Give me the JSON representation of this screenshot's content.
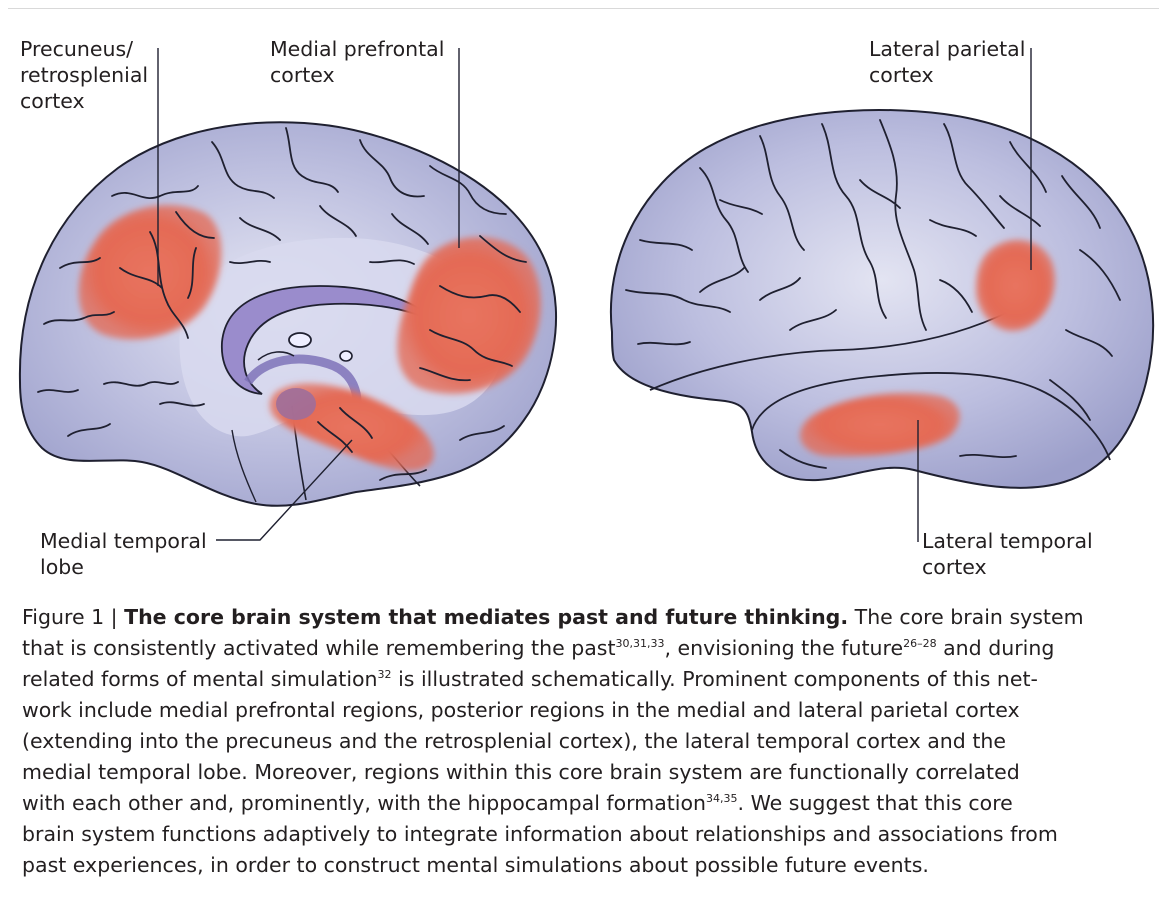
{
  "labels": {
    "precuneus": [
      "Precuneus/",
      "retrosplenial",
      "cortex"
    ],
    "medial_prefrontal": [
      "Medial prefrontal",
      "cortex"
    ],
    "medial_temporal": [
      "Medial temporal",
      "lobe"
    ],
    "lateral_parietal": [
      "Lateral parietal",
      "cortex"
    ],
    "lateral_temporal": [
      "Lateral temporal",
      "cortex"
    ]
  },
  "caption": {
    "figure_number": "Figure 1 |",
    "title": "The core brain system that mediates past and future thinking.",
    "lines": [
      {
        "parts": [
          "The core brain system"
        ]
      },
      {
        "parts": [
          "that is consistently activated while remembering the past",
          {
            "sup": "30,31,33"
          },
          ", envisioning the future",
          {
            "sup": "26–28"
          },
          " and during"
        ]
      },
      {
        "parts": [
          "related forms of mental simulation",
          {
            "sup": "32"
          },
          " is illustrated schematically. Prominent components of this net-"
        ]
      },
      {
        "parts": [
          "work include medial prefrontal regions, posterior regions in the medial and lateral parietal cortex"
        ]
      },
      {
        "parts": [
          "(extending into the precuneus and the retrosplenial cortex), the lateral temporal cortex and the"
        ]
      },
      {
        "parts": [
          "medial temporal lobe. Moreover, regions within this core brain system are functionally correlated"
        ]
      },
      {
        "parts": [
          "with each other and, prominently, with the hippocampal formation",
          {
            "sup": "34,35"
          },
          ". We suggest that this core"
        ]
      },
      {
        "parts": [
          "brain system functions adaptively to integrate information about relationships and associations from"
        ]
      },
      {
        "parts": [
          "past experiences, in order to construct mental simulations about possible future events."
        ]
      }
    ]
  },
  "colors": {
    "brain_fill": "#a9acd2",
    "brain_light": "#c9cbe6",
    "sulcus": "#1f2030",
    "activation": "#e46a55",
    "corpus_callosum": "#9a8ccc",
    "hippocampus": "#9e6e9a"
  }
}
